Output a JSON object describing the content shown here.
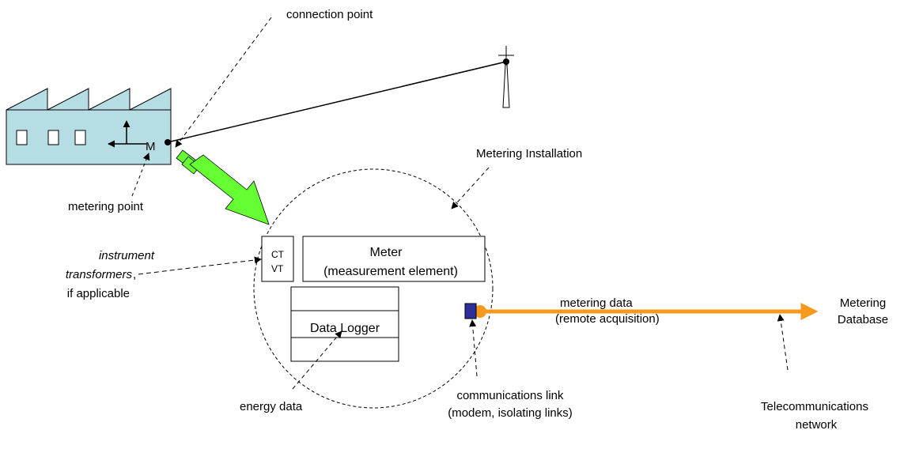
{
  "colors": {
    "building_fill": "#b7dde4",
    "arrow_green": "#66ff33",
    "data_link": "#f7991e",
    "modem_square": "#2f2f9a"
  },
  "labels": {
    "connection_point": "connection point",
    "metering_point": "metering point",
    "meter_marker": "M",
    "metering_installation": "Metering Installation",
    "instrument_transformers_line1": "instrument",
    "instrument_transformers_line2": "transformers",
    "instrument_transformers_comma": ",",
    "if_applicable": "if applicable",
    "ct": "CT",
    "vt": "VT",
    "meter_line1": "Meter",
    "meter_line2": "(measurement element)",
    "data_logger": "Data Logger",
    "metering_data_line1": "metering data",
    "metering_data_line2": "(remote acquisition)",
    "metering_database_line1": "Metering",
    "metering_database_line2": "Database",
    "energy_data": "energy data",
    "communications_link_line1": "communications link",
    "communications_link_line2": "(modem, isolating links)",
    "telecom_line1": "Telecommunications",
    "telecom_line2": "network"
  },
  "icons": {
    "factory": "factory-building-icon",
    "wind_turbine": "wind-turbine-icon",
    "energy_flow": "green-flow-arrow-icon",
    "modem": "modem-square-icon"
  }
}
